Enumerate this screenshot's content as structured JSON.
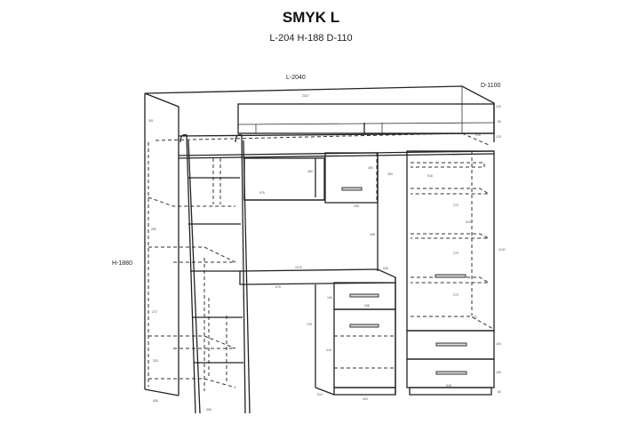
{
  "title": "SMYK L",
  "subtitle": "L-204 H-188 D-110",
  "dimensions": {
    "length": "L-2040",
    "depth": "D-1100",
    "height": "H-1880"
  },
  "small_dims": [
    {
      "id": "rail_len",
      "text": "2007"
    },
    {
      "id": "left_top",
      "text": "301"
    },
    {
      "id": "rail_h1",
      "text": "120"
    },
    {
      "id": "rail_h2",
      "text": "80"
    },
    {
      "id": "rail_h3",
      "text": "133"
    },
    {
      "id": "top_depth",
      "text": "935"
    },
    {
      "id": "shelf_h",
      "text": "360"
    },
    {
      "id": "shelf_w",
      "text": "576"
    },
    {
      "id": "cab_h",
      "text": "360"
    },
    {
      "id": "cab_w",
      "text": "396"
    },
    {
      "id": "cab_h2",
      "text": "383"
    },
    {
      "id": "back_h",
      "text": "408"
    },
    {
      "id": "desk_len",
      "text": "1075"
    },
    {
      "id": "desk_d",
      "text": "530"
    },
    {
      "id": "desk_w",
      "text": "675"
    },
    {
      "id": "leg_h",
      "text": "725"
    },
    {
      "id": "drawer_h",
      "text": "160"
    },
    {
      "id": "drawer_w",
      "text": "398"
    },
    {
      "id": "ped_h",
      "text": "419"
    },
    {
      "id": "ped_w",
      "text": "400"
    },
    {
      "id": "ped_d",
      "text": "513"
    },
    {
      "id": "left_h1",
      "text": "282"
    },
    {
      "id": "left_h2",
      "text": "272"
    },
    {
      "id": "left_h3",
      "text": "253"
    },
    {
      "id": "left_d",
      "text": "506"
    },
    {
      "id": "ladder_w",
      "text": "396"
    },
    {
      "id": "ward_h",
      "text": "1130"
    },
    {
      "id": "ward_s1",
      "text": "273"
    },
    {
      "id": "ward_s2",
      "text": "270"
    },
    {
      "id": "ward_s3",
      "text": "273"
    },
    {
      "id": "ward_w",
      "text": "518"
    },
    {
      "id": "ward_d",
      "text": "520"
    },
    {
      "id": "ward_bd",
      "text": "520"
    },
    {
      "id": "wdr_h1",
      "text": "160"
    },
    {
      "id": "wdr_h2",
      "text": "160"
    },
    {
      "id": "wdr_w",
      "text": "548"
    },
    {
      "id": "plinth",
      "text": "80"
    }
  ]
}
